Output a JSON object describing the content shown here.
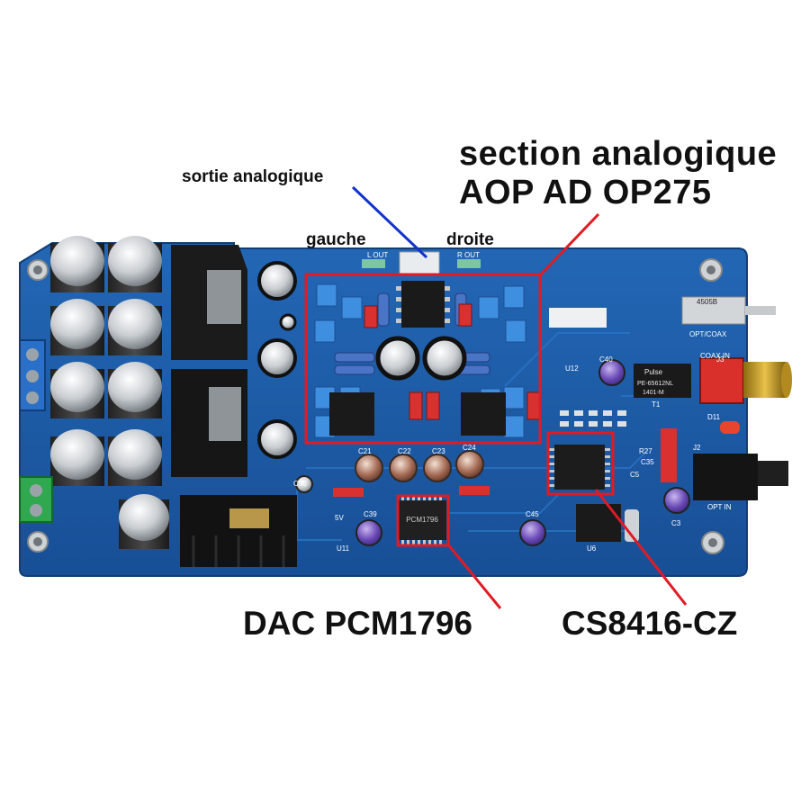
{
  "labels": {
    "analog_section_line1": "section analogique",
    "analog_section_line2": "AOP AD OP275",
    "analog_output": "sortie analogique",
    "left": "gauche",
    "right": "droite",
    "dac": "DAC PCM1796",
    "receiver": "CS8416-CZ"
  },
  "board_markings": {
    "switch": "4505B",
    "switch_label": "OPT/COAX",
    "coax_in": "COAX IN",
    "opt_in": "OPT IN",
    "transformer_brand": "Pulse",
    "transformer_part": "PE-65612NL",
    "transformer_code": "1401-M",
    "l_out": "L OUT",
    "r_out": "R OUT",
    "five_v": "5V",
    "dac_chip": "PCM1796",
    "u11": "U11",
    "u12": "U12",
    "u6": "U6",
    "j2": "J2",
    "j3": "J3",
    "t1": "T1",
    "c40": "C40",
    "c39": "C39",
    "c45": "C45",
    "c50": "C50",
    "c3": "C3",
    "c35": "C35",
    "c5": "C5",
    "r27": "R27",
    "c21": "C21",
    "c22": "C22",
    "c23": "C23",
    "c24": "C24",
    "led_label": "D11"
  },
  "colors": {
    "pcb": "#1e5ea8",
    "pcb_dark": "#17498a",
    "highlight_box": "#e01b24",
    "pointer_blue": "#1133cc",
    "text": "#111111"
  }
}
